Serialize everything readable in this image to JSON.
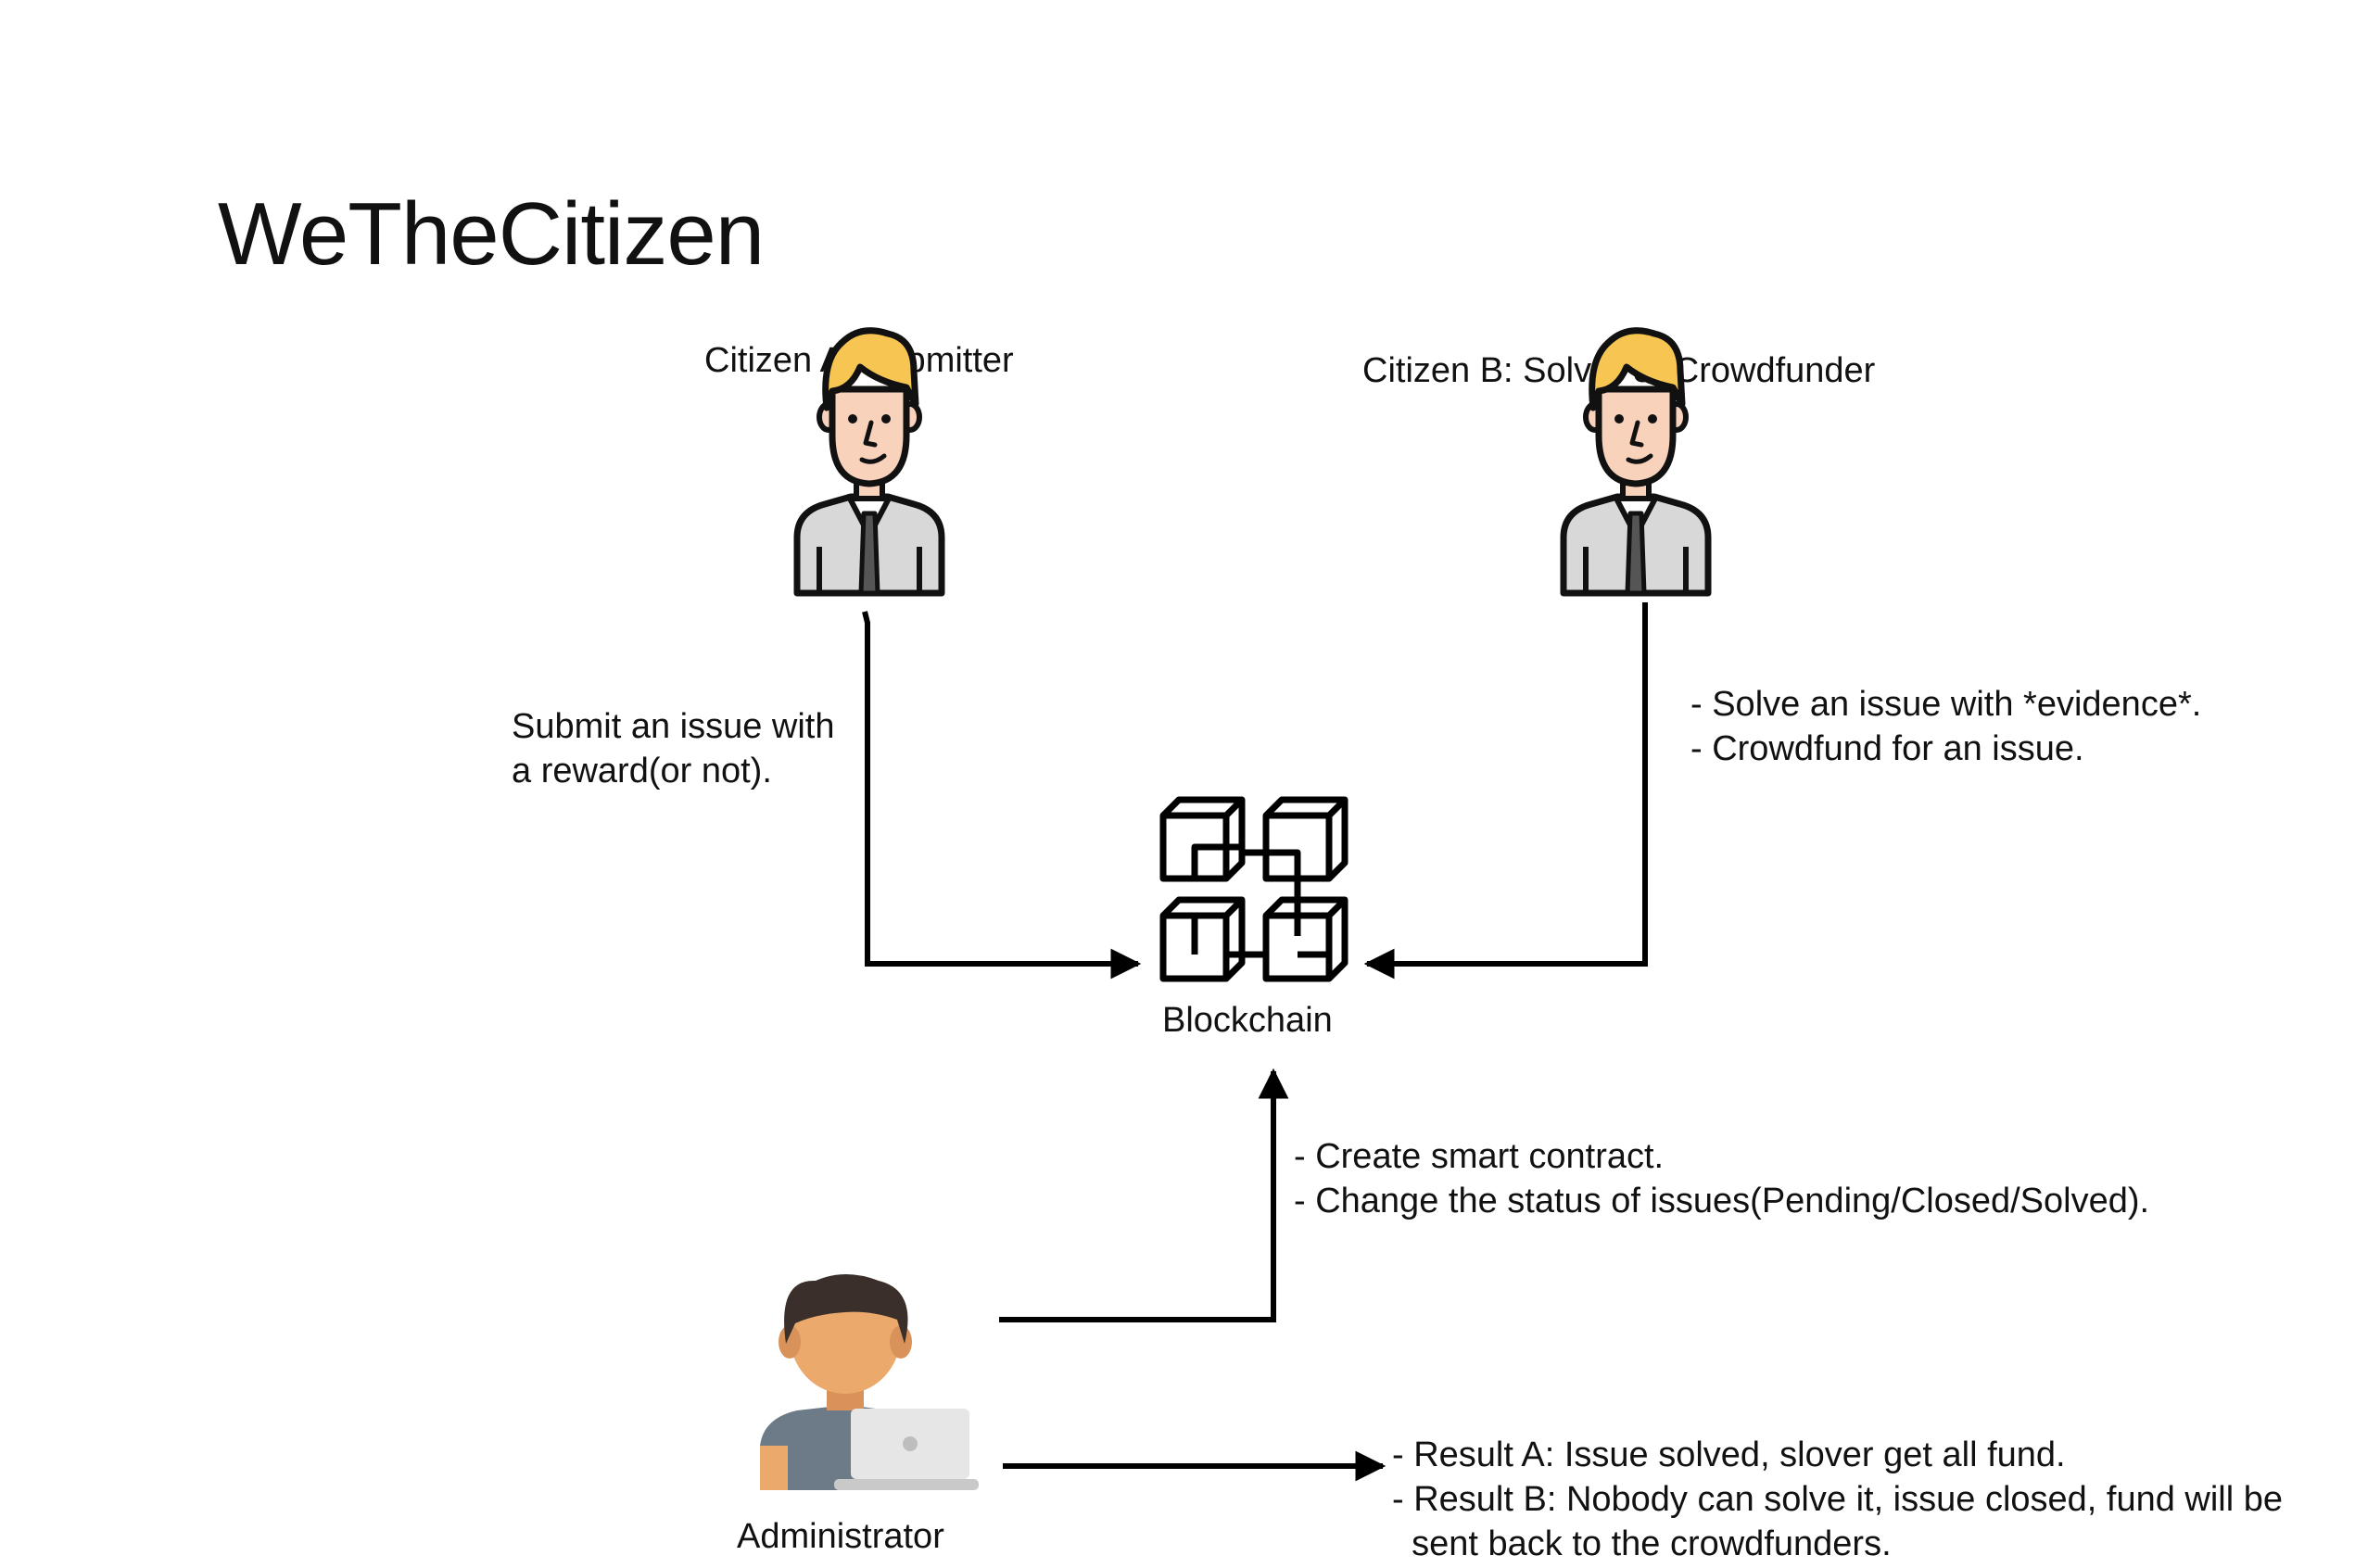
{
  "title": "WeTheCitizen",
  "actors": {
    "citizen_a": {
      "label": "Citizen A: Submitter"
    },
    "citizen_b": {
      "label": "Citizen B: Solver or Crowdfunder"
    },
    "administrator": {
      "label": "Administrator"
    },
    "blockchain": {
      "label": "Blockchain"
    }
  },
  "flows": {
    "citizen_a_action": [
      "Submit an issue with",
      "a reward(or not)."
    ],
    "citizen_b_actions": [
      "- Solve an issue with *evidence*.",
      "- Crowdfund for an issue."
    ],
    "admin_to_blockchain": [
      "- Create smart contract.",
      "- Change the status of issues(Pending/Closed/Solved)."
    ],
    "results": [
      "- Result A: Issue solved, slover get all fund.",
      "- Result B: Nobody can solve it, issue closed, fund will be",
      "  sent back to the crowdfunders."
    ]
  },
  "icons": [
    "businessman-icon",
    "businessman-icon",
    "blockchain-icon",
    "admin-laptop-icon"
  ],
  "colors": {
    "hair": "#f7c552",
    "skin": "#f9d2bc",
    "suit": "#d8d8d8",
    "admin_skin": "#eba96b",
    "admin_hair": "#3a2f2b",
    "admin_shirt": "#6c7b87",
    "laptop": "#e6e6e6"
  }
}
